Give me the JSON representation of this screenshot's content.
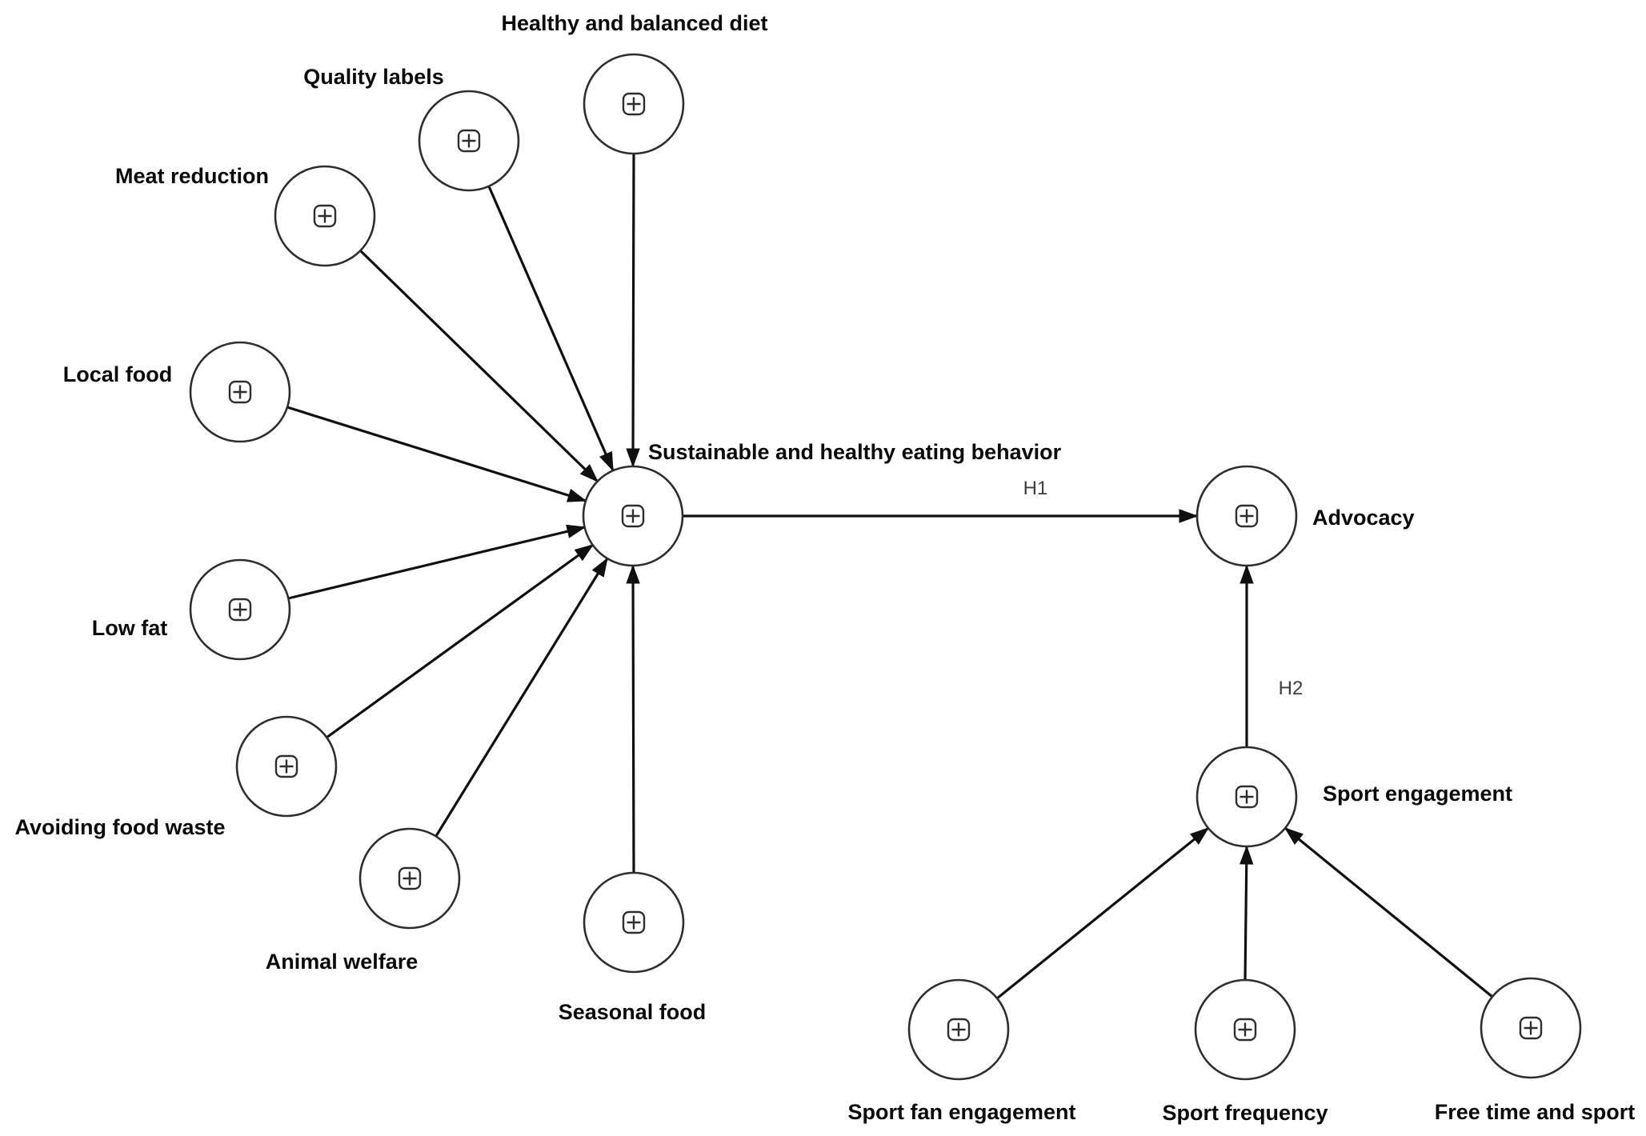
{
  "diagram": {
    "kind": "structural-equation-model-path-diagram",
    "colors": {
      "background": "#ffffff",
      "node_fill": "#ffffff",
      "node_stroke": "#2e2e2e",
      "edge": "#101010",
      "label": "#0a0a0a",
      "hypothesis_label": "#3d3d3d"
    },
    "icons": {
      "construct_indicator_toggle": "plus-square-icon"
    },
    "model": {
      "constructs": [
        {
          "id": "healthy_diet",
          "label": "Healthy and balanced diet"
        },
        {
          "id": "quality_labels",
          "label": "Quality labels"
        },
        {
          "id": "meat_reduction",
          "label": "Meat reduction"
        },
        {
          "id": "local_food",
          "label": "Local food"
        },
        {
          "id": "low_fat",
          "label": "Low fat"
        },
        {
          "id": "avoiding_food_waste",
          "label": "Avoiding food waste"
        },
        {
          "id": "animal_welfare",
          "label": "Animal welfare"
        },
        {
          "id": "seasonal_food",
          "label": "Seasonal food"
        },
        {
          "id": "eating_behavior",
          "label": "Sustainable and healthy eating behavior"
        },
        {
          "id": "advocacy",
          "label": "Advocacy"
        },
        {
          "id": "sport_engagement",
          "label": "Sport engagement"
        },
        {
          "id": "sport_fan_engagement",
          "label": "Sport fan engagement"
        },
        {
          "id": "sport_frequency",
          "label": "Sport frequency"
        },
        {
          "id": "free_time_sport",
          "label": "Free time and sport"
        }
      ],
      "hypotheses": [
        {
          "id": "H1",
          "label": "H1",
          "from": "eating_behavior",
          "to": "advocacy"
        },
        {
          "id": "H2",
          "label": "H2",
          "from": "sport_engagement",
          "to": "advocacy"
        }
      ],
      "paths": [
        {
          "from": "healthy_diet",
          "to": "eating_behavior"
        },
        {
          "from": "quality_labels",
          "to": "eating_behavior"
        },
        {
          "from": "meat_reduction",
          "to": "eating_behavior"
        },
        {
          "from": "local_food",
          "to": "eating_behavior"
        },
        {
          "from": "low_fat",
          "to": "eating_behavior"
        },
        {
          "from": "avoiding_food_waste",
          "to": "eating_behavior"
        },
        {
          "from": "animal_welfare",
          "to": "eating_behavior"
        },
        {
          "from": "seasonal_food",
          "to": "eating_behavior"
        },
        {
          "from": "eating_behavior",
          "to": "advocacy",
          "label": "H1"
        },
        {
          "from": "sport_engagement",
          "to": "advocacy",
          "label": "H2"
        },
        {
          "from": "sport_fan_engagement",
          "to": "sport_engagement"
        },
        {
          "from": "sport_frequency",
          "to": "sport_engagement"
        },
        {
          "from": "free_time_sport",
          "to": "sport_engagement"
        }
      ]
    }
  }
}
